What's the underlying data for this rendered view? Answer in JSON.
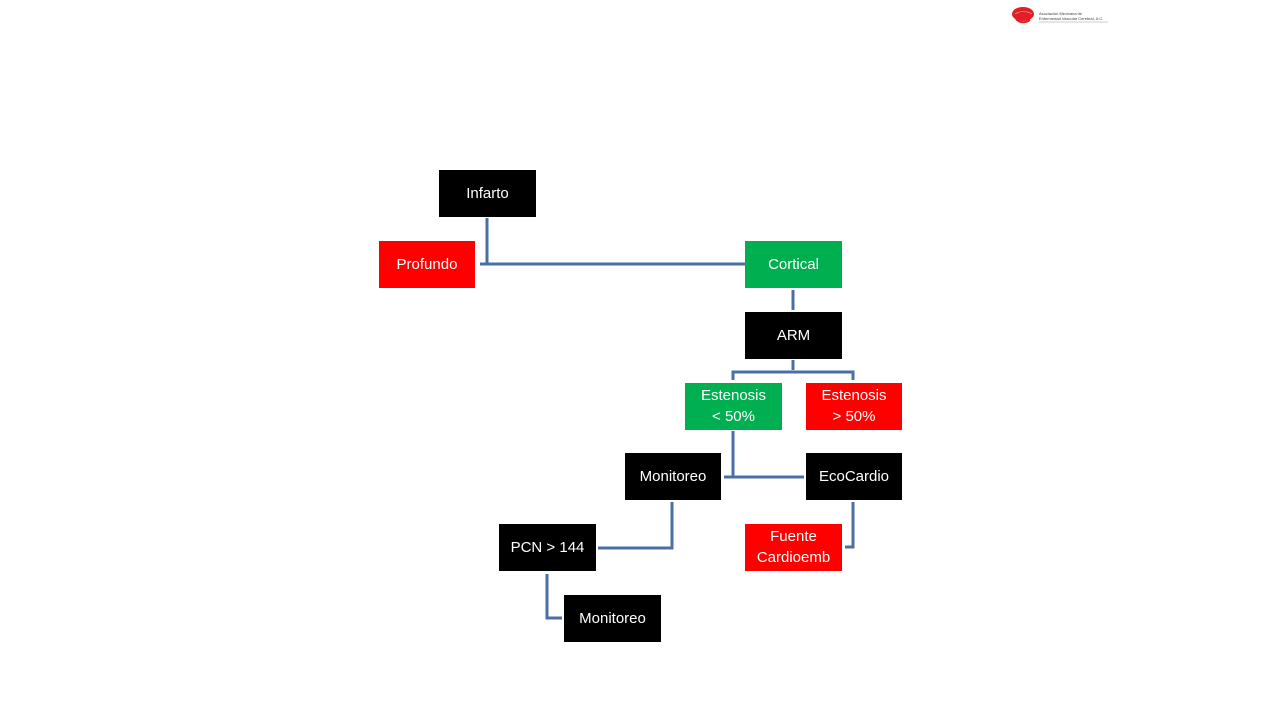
{
  "logo": {
    "line1": "Asociación Mexicana de",
    "line2": "Enfermedad Vascular Cerebral, A.C."
  },
  "colors": {
    "black": "#000000",
    "red": "#ff0000",
    "green": "#00b050",
    "connector": "#4a70a3"
  },
  "nodes": {
    "infarto": {
      "label": "Infarto"
    },
    "profundo": {
      "label": "Profundo"
    },
    "cortical": {
      "label": "Cortical"
    },
    "arm": {
      "label": "ARM"
    },
    "estenosis_menor": {
      "line1": "Estenosis",
      "line2": "< 50%"
    },
    "estenosis_mayor": {
      "line1": "Estenosis",
      "line2": "> 50%"
    },
    "monitoreo_1": {
      "label": "Monitoreo"
    },
    "ecocardio": {
      "label": "EcoCardio"
    },
    "pcn": {
      "label": "PCN > 144"
    },
    "fuente": {
      "line1": "Fuente",
      "line2": "Cardioemb"
    },
    "monitoreo_2": {
      "label": "Monitoreo"
    }
  }
}
